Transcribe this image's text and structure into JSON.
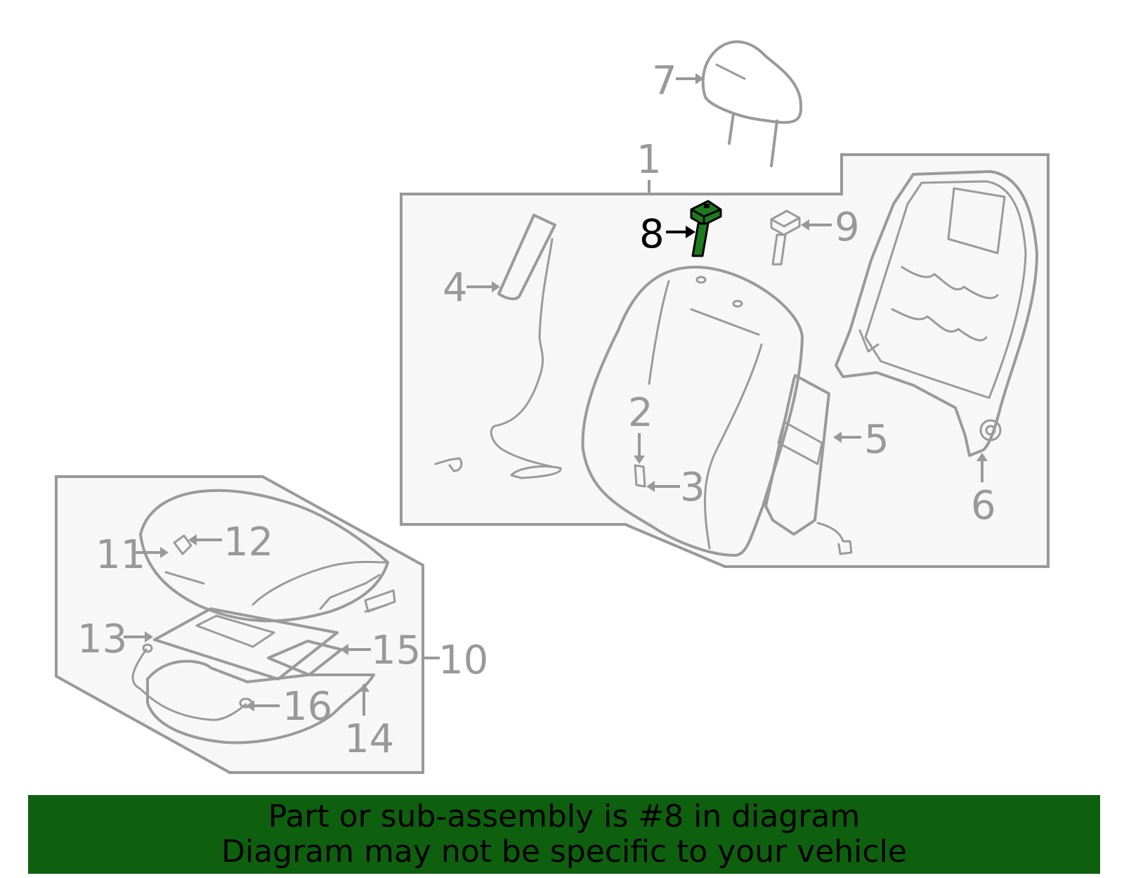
{
  "callouts": {
    "c1": "1",
    "c2": "2",
    "c3": "3",
    "c4": "4",
    "c5": "5",
    "c6": "6",
    "c7": "7",
    "c8": "8",
    "c9": "9",
    "c10": "10",
    "c11": "11",
    "c12": "12",
    "c13": "13",
    "c14": "14",
    "c15": "15",
    "c16": "16"
  },
  "highlight_part": "8",
  "colors": {
    "banner_bg": "#0e600e",
    "highlight_part_fill": "#1f7a1f",
    "line_gray": "#999999",
    "panel_bg": "#f7f7f7"
  },
  "banner": {
    "line1": "Part or sub-assembly is #8 in diagram",
    "line2": "Diagram may not be specific to your vehicle"
  }
}
